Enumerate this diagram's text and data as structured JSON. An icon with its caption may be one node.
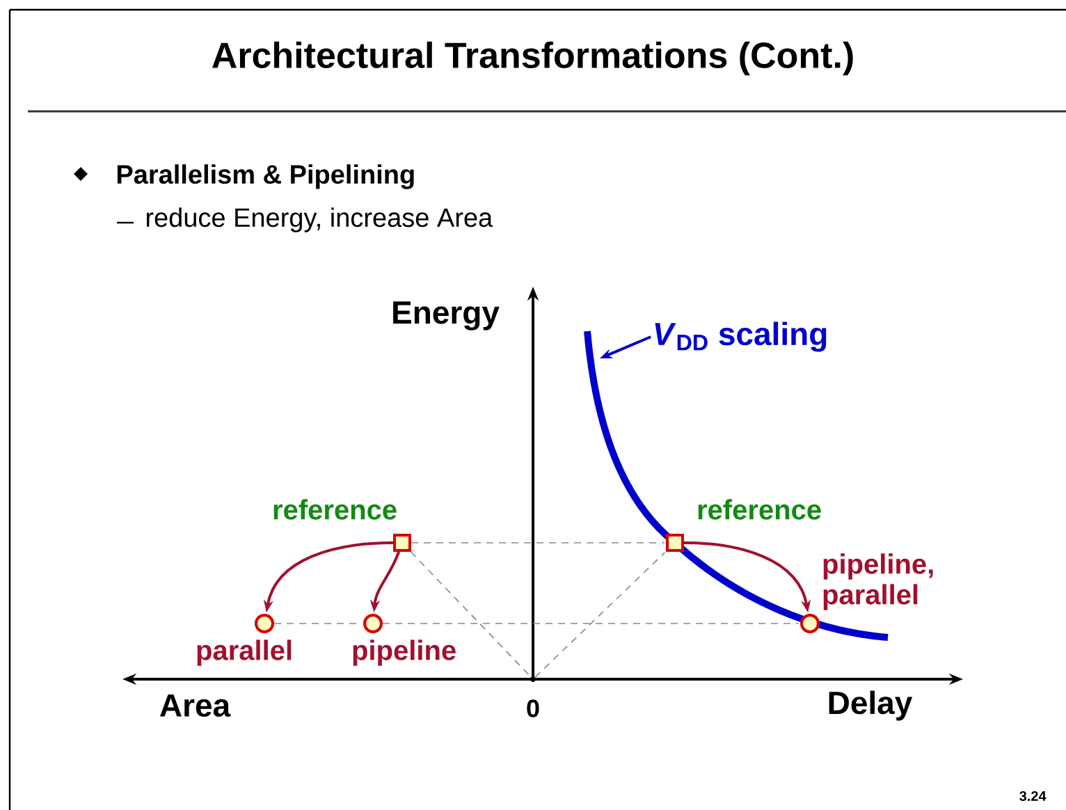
{
  "diagram": {
    "title": "Architectural Transformations (Cont.)",
    "nodes": [
      {
        "text": [],
        "shape": "box",
        "beside": [
          "reference"
        ]
      },
      {
        "text": [],
        "shape": "circle",
        "beside": [
          "parallel"
        ]
      },
      {
        "text": [],
        "shape": "circle",
        "beside": [
          "pipeline"
        ]
      },
      {
        "text": [],
        "shape": "box",
        "beside": [
          "reference"
        ]
      },
      {
        "text": [],
        "shape": "circle",
        "beside": [
          "pipeline, parallel"
        ]
      },
      {
        "text": [
          "*V*$_{DD}$ scaling"
        ]
      },
      {
        "text": [],
        "shape": "point"
      }
    ],
    "edges": [
      {
        "from": 0,
        "to": 1,
        "arrow": "to",
        "color": "#a0102e"
      },
      {
        "from": 0,
        "to": 2,
        "arrow": "to",
        "color": "#a0102e"
      },
      {
        "from": 3,
        "to": 4,
        "arrow": "to",
        "color": "#a0102e"
      },
      {
        "from": 5,
        "to": null,
        "arrow": "to",
        "color": "#0000cc"
      },
      {
        "from": 0,
        "to": 3,
        "arrow": "none",
        "style": "dashed"
      },
      {
        "from": 1,
        "to": 2,
        "arrow": "none",
        "style": "dashed"
      },
      {
        "from": 2,
        "to": 4,
        "arrow": "none",
        "style": "dashed"
      },
      {
        "from": 0,
        "to": 6,
        "arrow": "none",
        "style": "dashed"
      },
      {
        "from": 6,
        "to": 3,
        "arrow": "none",
        "style": "dashed"
      }
    ],
    "labels": [
      "Parallelism & Pipelining",
      "reduce Energy, increase Area",
      "Energy",
      "Area",
      "0",
      "Delay",
      "3.24"
    ]
  }
}
